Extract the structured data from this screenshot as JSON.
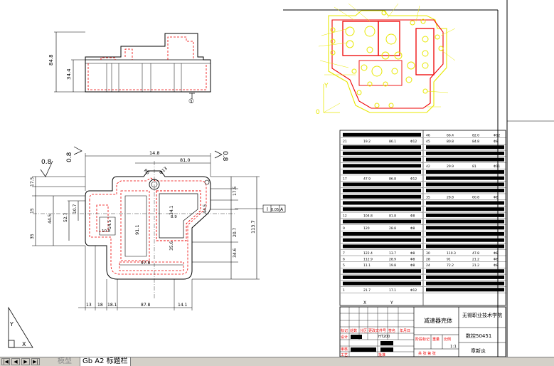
{
  "tabs": {
    "model": "模型",
    "layout1": "Gb A2 标题栏"
  },
  "front_view": {
    "dim_total_height": "84.8",
    "dim_inner_height": "34.4",
    "section_symbol": "①"
  },
  "plan_view": {
    "dim_top": "14.8",
    "dim_top_inner": "81.0",
    "dim_hole": "Φ13",
    "dim_r": "R6",
    "dim_right_total": "113.7",
    "dim_inner_v1": "91.1",
    "dim_inner_v2": "34.1",
    "dim_left_1": "17.5",
    "dim_left_2": "15",
    "dim_left_3": "35",
    "dim_left_4": "44.5",
    "dim_left_5": "52.7",
    "dim_left_6": "10.7",
    "dim_mid_1": "14.5",
    "dim_mid_2": "10.8",
    "dim_mid_3": "35.6",
    "dim_mid_4": "97.8",
    "dim_mid_5": "8.9",
    "dim_right_1": "17.5",
    "dim_right_2": "44.5",
    "dim_right_3": "20.7",
    "dim_right_4": "34.6",
    "dim_bottom_1": "13",
    "dim_bottom_2": "18",
    "dim_bottom_3": "18.1",
    "dim_bottom_4": "87.8",
    "dim_bottom_5": "14.1",
    "roughness_left": "0.8",
    "roughness_top": "0.8",
    "roughness_right": "0.8",
    "flatness_tol": "0.05",
    "flatness_datum": "A"
  },
  "iso_view": {
    "axis_y": "Y",
    "axis_origin": "0"
  },
  "ucs_icon": {
    "y": "Y",
    "x": "X"
  },
  "coord_table": {
    "header_x": "X",
    "header_y": "Y",
    "left_rows": [
      {
        "no": "21",
        "x": "19.2",
        "y": "86.1",
        "d": "Φ12"
      },
      {
        "no": "17",
        "x": "47.9",
        "y": "86.8",
        "d": "Φ12"
      },
      {
        "no": "12",
        "x": "104.8",
        "y": "81.8",
        "d": "Φ8"
      },
      {
        "no": "9",
        "x": "120",
        "y": "28.8",
        "d": "Φ8"
      },
      {
        "no": "7",
        "x": "122.4",
        "y": "13.7",
        "d": "Φ8"
      },
      {
        "no": "6",
        "x": "112.9",
        "y": "28.9",
        "d": "Φ8"
      },
      {
        "no": "5",
        "x": "11.1",
        "y": "19.8",
        "d": "Φ8"
      },
      {
        "no": "1",
        "x": "21.7",
        "y": "17.1",
        "d": "Φ12"
      }
    ],
    "right_rows": [
      {
        "no": "46",
        "x": "66.4",
        "y": "82.0",
        "d": "Φ12"
      },
      {
        "no": "45",
        "x": "80.8",
        "y": "84.8",
        "d": "Φ8"
      },
      {
        "no": "42",
        "x": "29.9",
        "y": "81",
        "d": "Φ11"
      },
      {
        "no": "35",
        "x": "28.8",
        "y": "60.8",
        "d": "Φ8"
      },
      {
        "no": "30",
        "x": "110.3",
        "y": "47.8",
        "d": "Φ8"
      },
      {
        "no": "28",
        "x": "91",
        "y": "21.2",
        "d": "Φ8"
      },
      {
        "no": "24",
        "x": "72.2",
        "y": "21.2",
        "d": "Φ8"
      }
    ]
  },
  "title_block": {
    "part_name": "减速器壳体",
    "school": "无锡职业技术学院",
    "drawing_no": "数控50451",
    "scale": "1:1",
    "material": "HT200",
    "designer_label": "设计",
    "checker_label": "审核",
    "process_label": "工艺",
    "approve_label": "批准",
    "mark_label": "标记",
    "count_label": "处数",
    "zone_label": "分区",
    "change_doc_label": "更改文件号",
    "sign_label": "签名",
    "date_label": "年月日",
    "stage_label": "阶段标记",
    "weight_label": "重量",
    "scale_label": "比例",
    "sheet_label": "共 张 第 张",
    "drawer_name": "章新炎"
  }
}
